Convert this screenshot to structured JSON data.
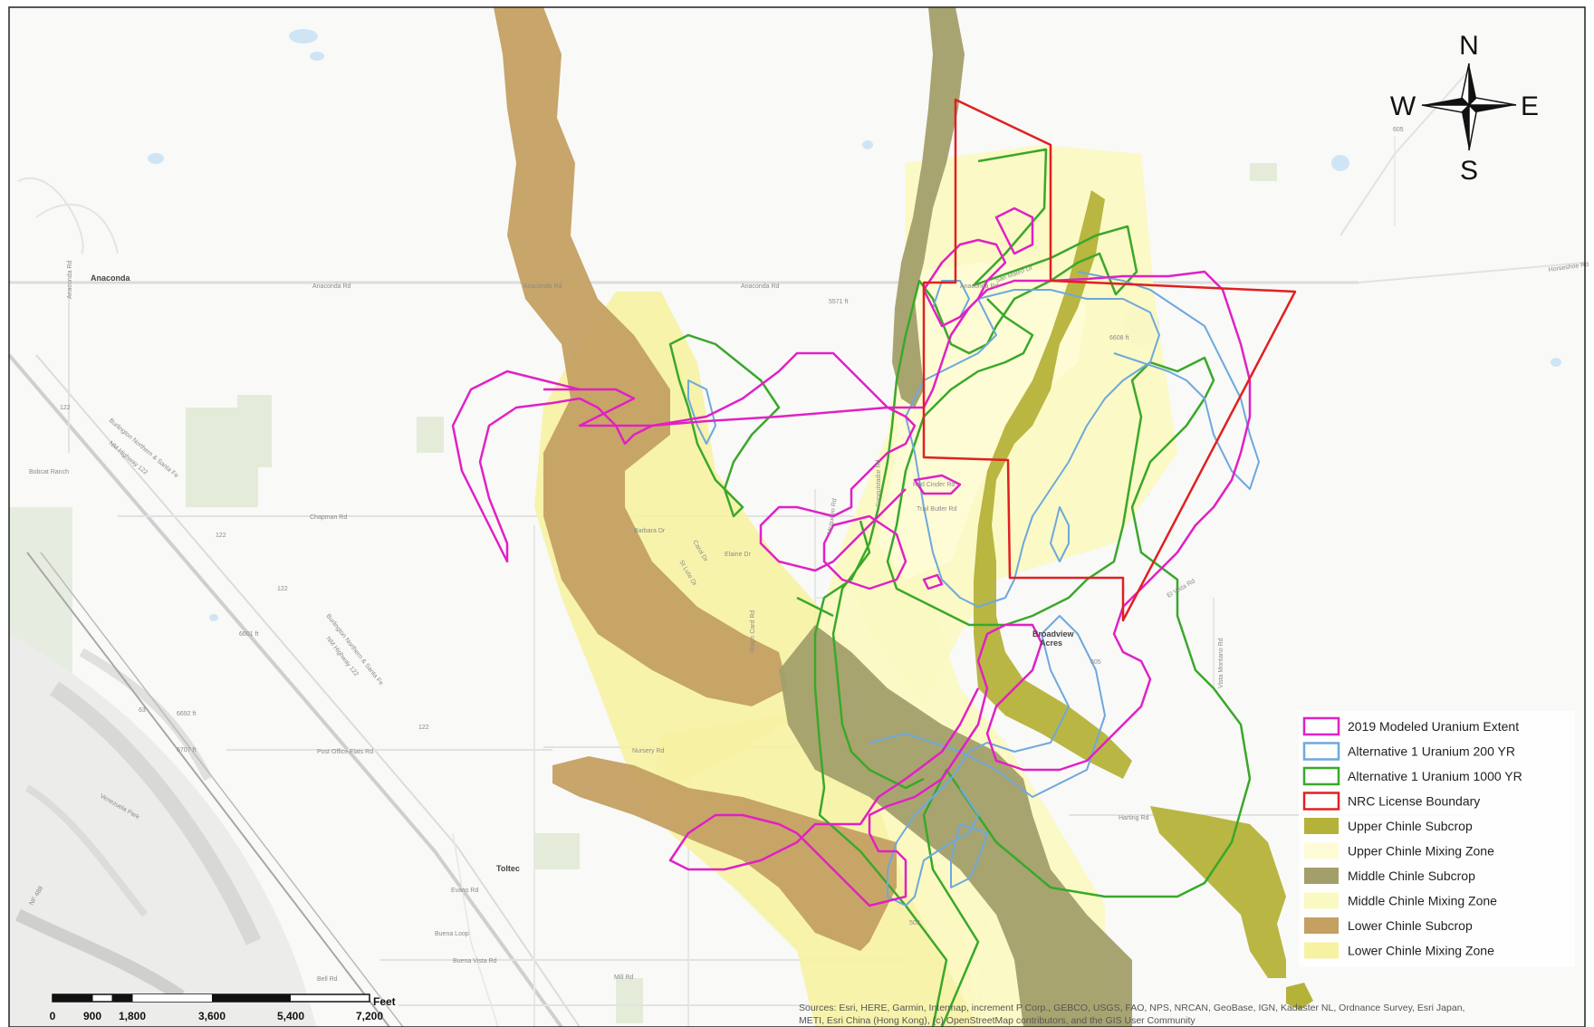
{
  "compass": {
    "north": "N",
    "south": "S",
    "east": "E",
    "west": "W"
  },
  "place_labels": {
    "anaconda": "Anaconda",
    "toltec": "Toltec",
    "broadview": "Broadview",
    "acres": "Acres"
  },
  "road_labels": {
    "anaconda_rd_1": "Anaconda Rd",
    "anaconda_rd_2": "Anaconda Rd",
    "anaconda_rd_3": "Anaconda Rd",
    "anaconda_rd_4": "Anaconda Rd",
    "anaconda_rd_v": "Anaconda Rd",
    "bobcat_ranch": "Bobcat Ranch",
    "chapman_rd": "Chapman Rd",
    "barbara_dr": "Barbara Dr",
    "elaine_dr": "Elaine Dr",
    "carol_dr": "Carol Dr",
    "st_lute_dr": "St Lute Dr",
    "mcqueen_rd": "Mcqueen Rd",
    "ralph_rd": "Ralph Card Rd",
    "red_cinder": "Red Cinder Rd",
    "trail_butler": "Trail Butler Rd",
    "conquistador": "Conquistador Rd",
    "mateo_dr": "San Mateo Dr",
    "nursery_rd": "Nursery Rd",
    "post_office": "Post Office Flats Rd",
    "buena_loop": "Buena Loop",
    "buena_vista": "Buena Vista Rd",
    "mill_rd": "Mill Rd",
    "bell_rd": "Bell Rd",
    "evans_rd": "Evans Rd",
    "haring_rd": "Harting Rd",
    "vista_montano": "Vista Montano Rd",
    "el_vista": "El Vista Rd",
    "horseshoe": "Horseshoe Rd",
    "nm_hwy_122a": "NM Highway 122",
    "nm_hwy_122b": "NM Highway 122",
    "bnsf_a": "Burlington Northern & Santa Fe",
    "bnsf_b": "Burlington Northern & Santa Fe",
    "elev_5571": "5571 ft",
    "elev_6692": "6692 ft",
    "elev_6707": "6707 ft",
    "elev_6601": "6601 ft",
    "elev_6608": "6608 ft",
    "venezuela": "Venezuela Park",
    "nf_488": "NF 488",
    "route_122_a": "122",
    "route_122_b": "122",
    "route_122_c": "122",
    "route_122_d": "122",
    "route_605": "605",
    "route_509": "509",
    "route_63": "63",
    "route_605b": "605"
  },
  "legend": {
    "items": [
      {
        "label": "2019 Modeled Uranium Extent",
        "kind": "outline",
        "color": "#e021c4"
      },
      {
        "label": "Alternative 1 Uranium 200 YR",
        "kind": "outline",
        "color": "#6fa8dc"
      },
      {
        "label": "Alternative 1 Uranium 1000 YR",
        "kind": "outline",
        "color": "#3aa82a"
      },
      {
        "label": "NRC License Boundary",
        "kind": "outline",
        "color": "#e02020"
      },
      {
        "label": "Upper Chinle Subcrop",
        "kind": "fill",
        "color": "#b5b23a"
      },
      {
        "label": "Upper Chinle Mixing Zone",
        "kind": "fill",
        "color": "#fdfcd6"
      },
      {
        "label": "Middle Chinle Subcrop",
        "kind": "fill",
        "color": "#a39f6a"
      },
      {
        "label": "Middle Chinle Mixing Zone",
        "kind": "fill",
        "color": "#fbf9c2"
      },
      {
        "label": "Lower Chinle Subcrop",
        "kind": "fill",
        "color": "#c4a063"
      },
      {
        "label": "Lower Chinle Mixing Zone",
        "kind": "fill",
        "color": "#f6f2a2"
      }
    ]
  },
  "scale_bar": {
    "unit": "Feet",
    "ticks": [
      "0",
      "900",
      "1,800",
      "3,600",
      "5,400",
      "7,200"
    ]
  },
  "attribution": {
    "line1": "Sources: Esri, HERE, Garmin, Intermap, increment P Corp., GEBCO, USGS, FAO, NPS, NRCAN, GeoBase, IGN, Kadaster NL, Ordnance Survey, Esri Japan,",
    "line2": "METI, Esri China (Hong Kong), (c) OpenStreetMap contributors, and the GIS User Community"
  }
}
